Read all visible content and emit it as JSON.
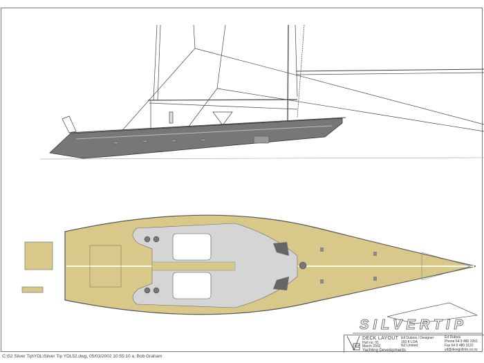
{
  "drawing": {
    "title": "DECK LAYOUT",
    "logo_text": "SILVERTIP",
    "title_block": {
      "line1": "Hull no. 01",
      "line2": "March 2002",
      "company": "Yachting Developments",
      "mid1": "Ed Dubois / Designer",
      "mid2": "160 ft LOA",
      "mid3": "NZ Limited",
      "contact_label": "Ed Dubois",
      "phone": "Phone  64 9 480 3261",
      "fax": "Fax     64 9 480 3122",
      "email": "yd@designlinto.co.nz",
      "badge": "NZ"
    },
    "footer": "C:\\52 Silver Tip\\YDL\\Silver Tip YDL52.dwg, 05/03/2002 10:55:10 a, Bob Graham"
  },
  "colors": {
    "hull": "#777777",
    "deck": "#d8c98a",
    "line": "#444444"
  }
}
